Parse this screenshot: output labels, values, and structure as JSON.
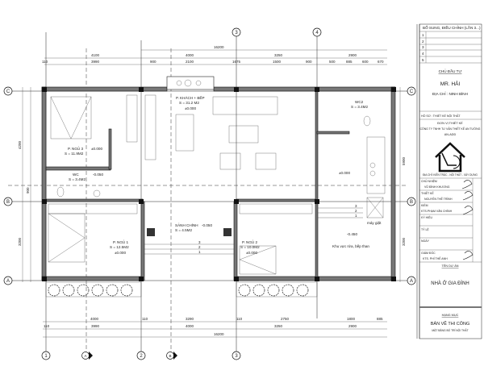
{
  "drawing": {
    "grid_columns": [
      "1",
      "2",
      "3",
      "4"
    ],
    "grid_rows": [
      "A",
      "B",
      "C"
    ],
    "dims_top": {
      "overall": "16200",
      "row2": [
        "4100",
        "4000",
        "3250",
        "2900"
      ],
      "row3": [
        "110",
        "3990",
        "900",
        "2100",
        "1675",
        "1500",
        "900",
        "500",
        "885",
        "600",
        "670"
      ]
    },
    "dims_bottom": {
      "row1": [
        "4000",
        "110",
        "3290",
        "110",
        "2750",
        "1800",
        "885"
      ],
      "row2": [
        "110",
        "3990",
        "4000",
        "3250",
        "2900"
      ],
      "overall": "16200"
    },
    "dims_left": [
      "4200",
      "900",
      "3200"
    ],
    "dims_right": [
      "5900",
      "3200"
    ],
    "rooms": [
      {
        "name": "P. NGỦ 3",
        "area": "S = 11.9M2",
        "level": "±0.000"
      },
      {
        "name": "WC",
        "area": "S = 3.4M2",
        "level": "-0.050"
      },
      {
        "name": "P. KHÁCH + BẾP",
        "area": "S = 31.2 M2",
        "level": "±0.000"
      },
      {
        "name": "WC2",
        "area": "S = 3.4M2",
        "level": ""
      },
      {
        "name": "P. NGỦ 1",
        "area": "S = 12.5M2",
        "level": "±0.000"
      },
      {
        "name": "SẢNH CHÍNH",
        "area": "S = 4.5M2",
        "level": "-0.050"
      },
      {
        "name": "P. NGỦ 2",
        "area": "S = 10.0M2",
        "level": "±0.000"
      }
    ],
    "right_area": {
      "level_top": "±0.000",
      "level_bottom": "-0.450",
      "label": "Khu vực rửa, bếp than",
      "washer": "máy giặt"
    },
    "steps": [
      "3",
      "2",
      "1"
    ],
    "section_marks": [
      "A",
      "B"
    ]
  },
  "title_block": {
    "revision_header": "BỔ SUNG, ĐIỀU CHỈNH (LẦN 3...)",
    "revisions": [
      "1",
      "2",
      "3",
      "4",
      "5"
    ],
    "owner_label": "CHỦ ĐẦU TƯ",
    "owner": "MR. HẢI",
    "address": "ĐỊA CHỈ : NINH BÌNH",
    "file_no": "HỒ SƠ : THIẾT KẾ NỘI THẤT",
    "designer_label": "ĐƠN VỊ THIẾT KẾ",
    "company": "CÔNG TY TNHH TƯ VẤN THIẾT KẾ AN TƯỜNG",
    "company_code": "AN-ADD",
    "company_address": "ĐỊA CHỈ: KIẾN TRÚC - NỘI THẤT - XÂY DỰNG",
    "staff": [
      {
        "role": "CHỦ NHIỆM",
        "name": "VŨ ĐÌNH KHƯƠNG"
      },
      {
        "role": "THIẾT KẾ",
        "name": "NGUYỄN THẾ TRÌNH"
      },
      {
        "role": "KIỂM",
        "name": "KTS.PHẠM VĂN CHÍNH"
      },
      {
        "role": "KÝ HIỆU",
        "name": ""
      },
      {
        "role": "TỶ LỆ",
        "name": ""
      },
      {
        "role": "NGÀY",
        "name": ""
      },
      {
        "role": "GIÁM ĐỐC",
        "name": "KTS. PHÍ THẾ ANH"
      }
    ],
    "project_label": "TÊN DỰ ÁN",
    "project": "NHÀ Ở GIA ĐÌNH",
    "item_label": "HẠNG MỤC",
    "stage": "BẢN VẼ THI CÔNG",
    "sheet": "MẶT BẰNG BỐ TRÍ NỘI THẤT"
  }
}
